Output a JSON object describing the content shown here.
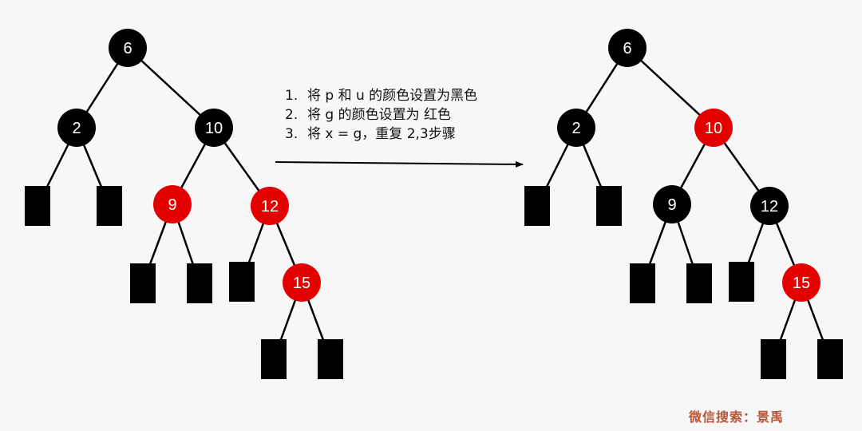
{
  "steps": [
    {
      "num": "1.",
      "text": "将 p 和 u 的颜色设置为黑色"
    },
    {
      "num": "2.",
      "text": "将 g 的颜色设置为 红色"
    },
    {
      "num": "3.",
      "text": "将 x = g，重复 2,3步骤"
    }
  ],
  "watermark": "微信搜索：景禹",
  "colors": {
    "black_node": "#000000",
    "red_node": "#e50000",
    "label": "#ffffff",
    "edge": "#000000"
  },
  "trees": [
    {
      "name": "before",
      "nodes": [
        {
          "id": "n6",
          "label": "6",
          "color": "black"
        },
        {
          "id": "n2",
          "label": "2",
          "color": "black"
        },
        {
          "id": "n10",
          "label": "10",
          "color": "black"
        },
        {
          "id": "n9",
          "label": "9",
          "color": "red"
        },
        {
          "id": "n12",
          "label": "12",
          "color": "red"
        },
        {
          "id": "n15",
          "label": "15",
          "color": "red"
        }
      ],
      "leaves": [
        "l2a",
        "l2b",
        "l9a",
        "l9b",
        "l12a",
        "l15a",
        "l15b"
      ],
      "edges": [
        [
          "n6",
          "n2"
        ],
        [
          "n6",
          "n10"
        ],
        [
          "n2",
          "l2a"
        ],
        [
          "n2",
          "l2b"
        ],
        [
          "n10",
          "n9"
        ],
        [
          "n10",
          "n12"
        ],
        [
          "n9",
          "l9a"
        ],
        [
          "n9",
          "l9b"
        ],
        [
          "n12",
          "l12a"
        ],
        [
          "n12",
          "n15"
        ],
        [
          "n15",
          "l15a"
        ],
        [
          "n15",
          "l15b"
        ]
      ]
    },
    {
      "name": "after",
      "nodes": [
        {
          "id": "n6",
          "label": "6",
          "color": "black"
        },
        {
          "id": "n2",
          "label": "2",
          "color": "black"
        },
        {
          "id": "n10",
          "label": "10",
          "color": "red"
        },
        {
          "id": "n9",
          "label": "9",
          "color": "black"
        },
        {
          "id": "n12",
          "label": "12",
          "color": "black"
        },
        {
          "id": "n15",
          "label": "15",
          "color": "red"
        }
      ],
      "leaves": [
        "l2a",
        "l2b",
        "l9a",
        "l9b",
        "l12a",
        "l15a",
        "l15b"
      ],
      "edges": [
        [
          "n6",
          "n2"
        ],
        [
          "n6",
          "n10"
        ],
        [
          "n2",
          "l2a"
        ],
        [
          "n2",
          "l2b"
        ],
        [
          "n10",
          "n9"
        ],
        [
          "n10",
          "n12"
        ],
        [
          "n9",
          "l9a"
        ],
        [
          "n9",
          "l9b"
        ],
        [
          "n12",
          "l12a"
        ],
        [
          "n12",
          "n15"
        ],
        [
          "n15",
          "l15a"
        ],
        [
          "n15",
          "l15b"
        ]
      ]
    }
  ]
}
